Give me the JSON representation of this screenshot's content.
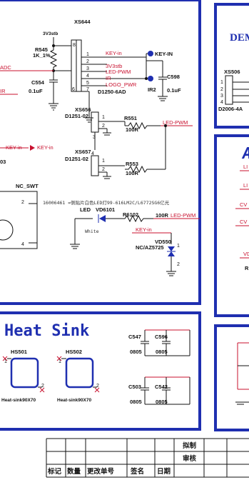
{
  "top": {
    "net_3v3stb": "3V3stb",
    "r545_ref": "R545",
    "r545_val": "1K_1%",
    "net_adc": "ADC",
    "net_ir_left": "IR",
    "c554_ref": "C554",
    "c554_val": "0.1uF",
    "net_keyin_left": "KEY-in",
    "net_keyin_right": "KEY-in",
    "ref_03": "03",
    "xs644_ref": "XS644",
    "xs644_pins": [
      "8",
      "1",
      "2",
      "3",
      "4",
      "5",
      "6",
      "7"
    ],
    "xs644_nets": [
      "KEY-in",
      "3V3stb",
      "LED-PWM",
      "IR",
      "LOGO_PWR"
    ],
    "xs644_part": "D1250-6AD",
    "tp_keyin": "KEY-IN",
    "c598_ref": "C598",
    "c598_val": "0.1uF",
    "ir2_ref": "IR2",
    "xs656_ref": "XS656",
    "xs656_part": "D1251-02",
    "xs657_ref": "XS657",
    "xs657_part": "D1251-02",
    "pin_3": "3",
    "pin_4": "4",
    "pin_1a": "1",
    "pin_2a": "2",
    "pin_1b": "1",
    "pin_2b": "2",
    "r551_ref": "R551",
    "r551_val": "100R",
    "r553_ref": "R553",
    "r553_val": "100R",
    "net_ledpwm": "LED-PWM",
    "nc_swt": "NC_SWT",
    "sw_pin2": "2",
    "sw_pin4": "4",
    "led_note": "16006461  =侧贴片白色LED灯99-616LM2C/L6772SG6亿光",
    "led_label": "LED",
    "vd6101": "VD6101",
    "led_color": "White",
    "r6102_ref": "R6102",
    "r6102_val": "100R",
    "net_ledpwm2": "LED-PWM",
    "net_keyin2": "KEY-in",
    "vd550_ref": "VD550",
    "vd550_part": "NC/AZ5725",
    "vd550_pin1": "1",
    "vd550_pin2": "2"
  },
  "right": {
    "dem": "DEM",
    "xs506": "XS506",
    "xs506_pins": [
      "1",
      "2",
      "3",
      "4"
    ],
    "xs506_part": "D2006-4A",
    "letter_a": "A",
    "frag_li1": "LI",
    "frag_li2": "LI",
    "frag_cv1": "CV",
    "frag_cv2": "CV",
    "frag_vd": "VD",
    "frag_r": "R"
  },
  "heatsink": {
    "title": "Heat Sink",
    "hs501": "HS501",
    "hs502": "HS502",
    "hs_part_1": "Heat-sink90X70",
    "hs_part_2": "Heat-sink90X70",
    "pin1_a": "1",
    "pin2_a": "2",
    "pin1_b": "1",
    "pin2_b": "2",
    "c547": "C547",
    "c596": "C596",
    "c503": "C503",
    "c542": "C542",
    "c547_pkg": "0805",
    "c596_pkg": "0805",
    "c503_pkg": "0805",
    "c542_pkg": "0805"
  },
  "titleblock": {
    "draw_label": "拟制",
    "review_label": "审核",
    "col_mark": "标记",
    "col_qty": "数量",
    "col_change": "更改单号",
    "col_sign": "签名",
    "col_date": "日期"
  }
}
